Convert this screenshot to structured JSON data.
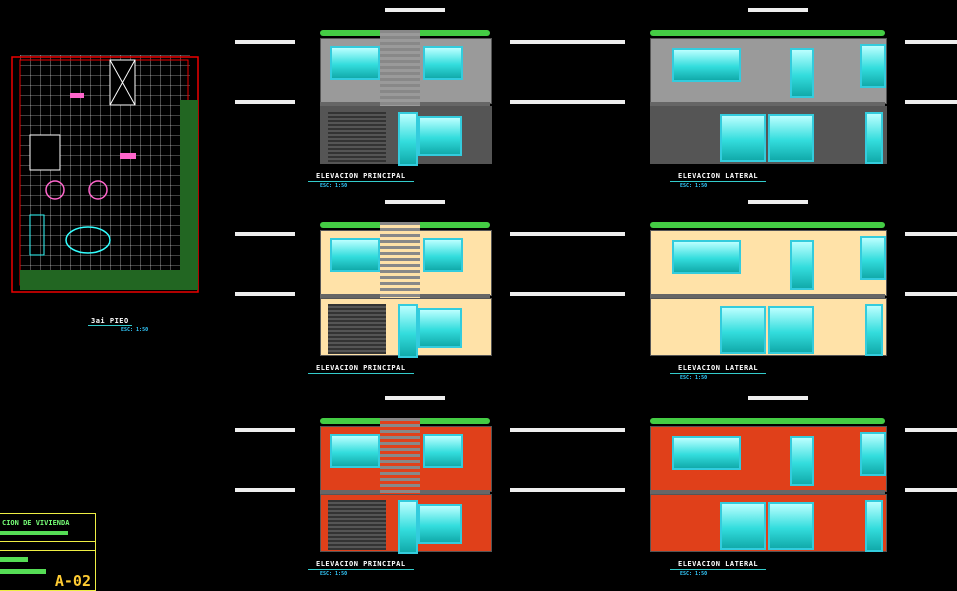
{
  "plan": {
    "title": "3ai PIEO",
    "scale": "ESC: 1:50"
  },
  "titleblock": {
    "project": "CION DE VIVIENDA",
    "sheet": "A-02"
  },
  "elevations": [
    {
      "title": "ELEVACION PRINCIPAL",
      "scale": "ESC: 1:50",
      "type": "principal",
      "scheme": "gray"
    },
    {
      "title": "ELEVACION LATERAL",
      "scale": "ESC: 1:50",
      "type": "lateral",
      "scheme": "gray"
    },
    {
      "title": "ELEVACION PRINCIPAL",
      "scale": "",
      "type": "principal",
      "scheme": "cream"
    },
    {
      "title": "ELEVACION LATERAL",
      "scale": "ESC: 1:50",
      "type": "lateral",
      "scheme": "cream"
    },
    {
      "title": "ELEVACION PRINCIPAL",
      "scale": "ESC: 1:50",
      "type": "principal",
      "scheme": "red"
    },
    {
      "title": "ELEVACION LATERAL",
      "scale": "ESC: 1:50",
      "type": "lateral",
      "scheme": "red"
    }
  ],
  "colors": {
    "gray": "#9a9a9a",
    "cream": "#ffe2a8",
    "red": "#e0401a",
    "accent": "#ffd700"
  }
}
